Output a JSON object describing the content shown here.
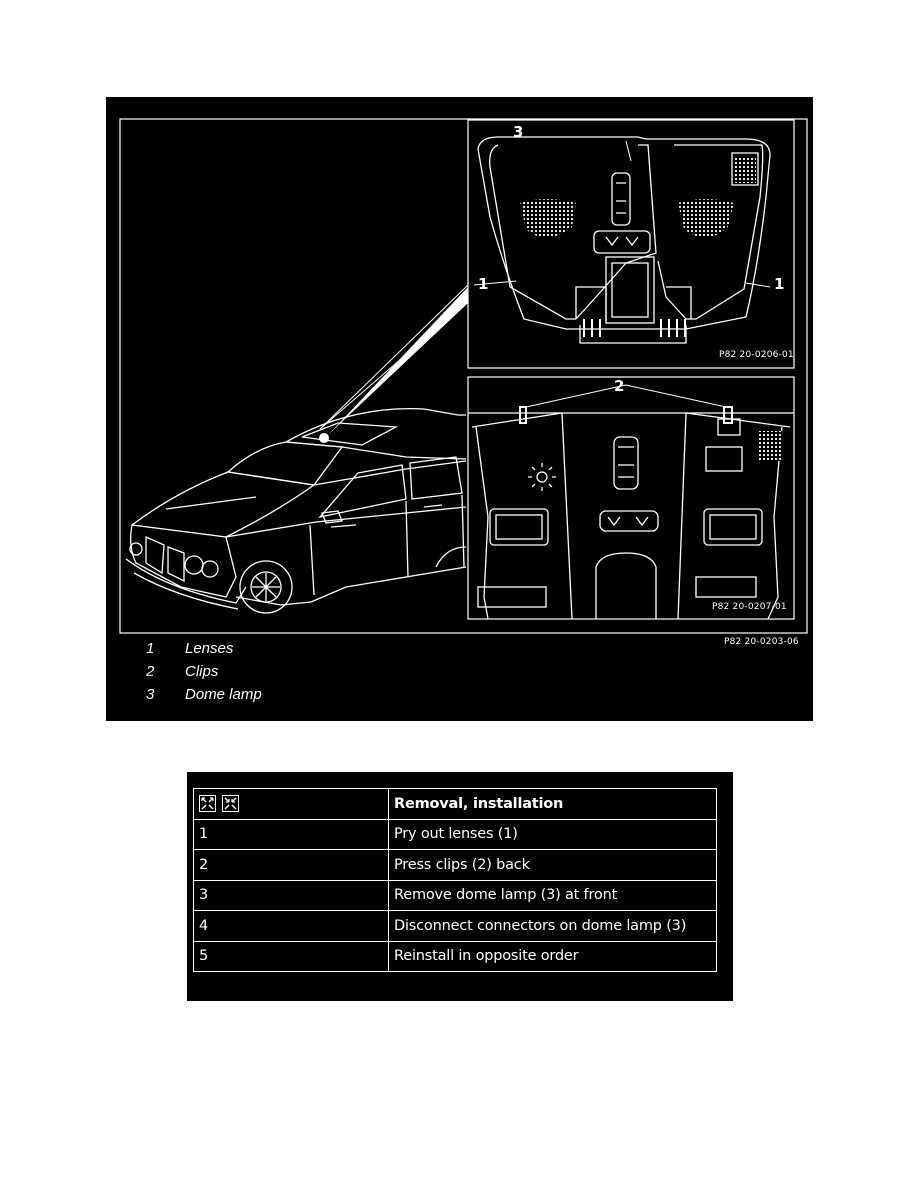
{
  "figure": {
    "callouts": {
      "lenses_left": "1",
      "lenses_right": "1",
      "clips": "2",
      "dome_lamp": "3"
    },
    "inset_top_code": "P82 20-0206-01",
    "inset_bottom_code": "P82 20-0207-01",
    "figure_code": "P82 20-0203-06",
    "legend": [
      {
        "num": "1",
        "text": "Lenses"
      },
      {
        "num": "2",
        "text": "Clips"
      },
      {
        "num": "3",
        "text": "Dome lamp"
      }
    ]
  },
  "table": {
    "header_icons": [
      "removal-icon",
      "installation-icon"
    ],
    "header": "Removal, installation",
    "rows": [
      {
        "step": "1",
        "text": "Pry out lenses (1)"
      },
      {
        "step": "2",
        "text": "Press clips (2) back"
      },
      {
        "step": "3",
        "text": "Remove dome lamp (3) at front"
      },
      {
        "step": "4",
        "text": "Disconnect connectors on dome lamp (3)"
      },
      {
        "step": "5",
        "text": "Reinstall in opposite order"
      }
    ]
  }
}
